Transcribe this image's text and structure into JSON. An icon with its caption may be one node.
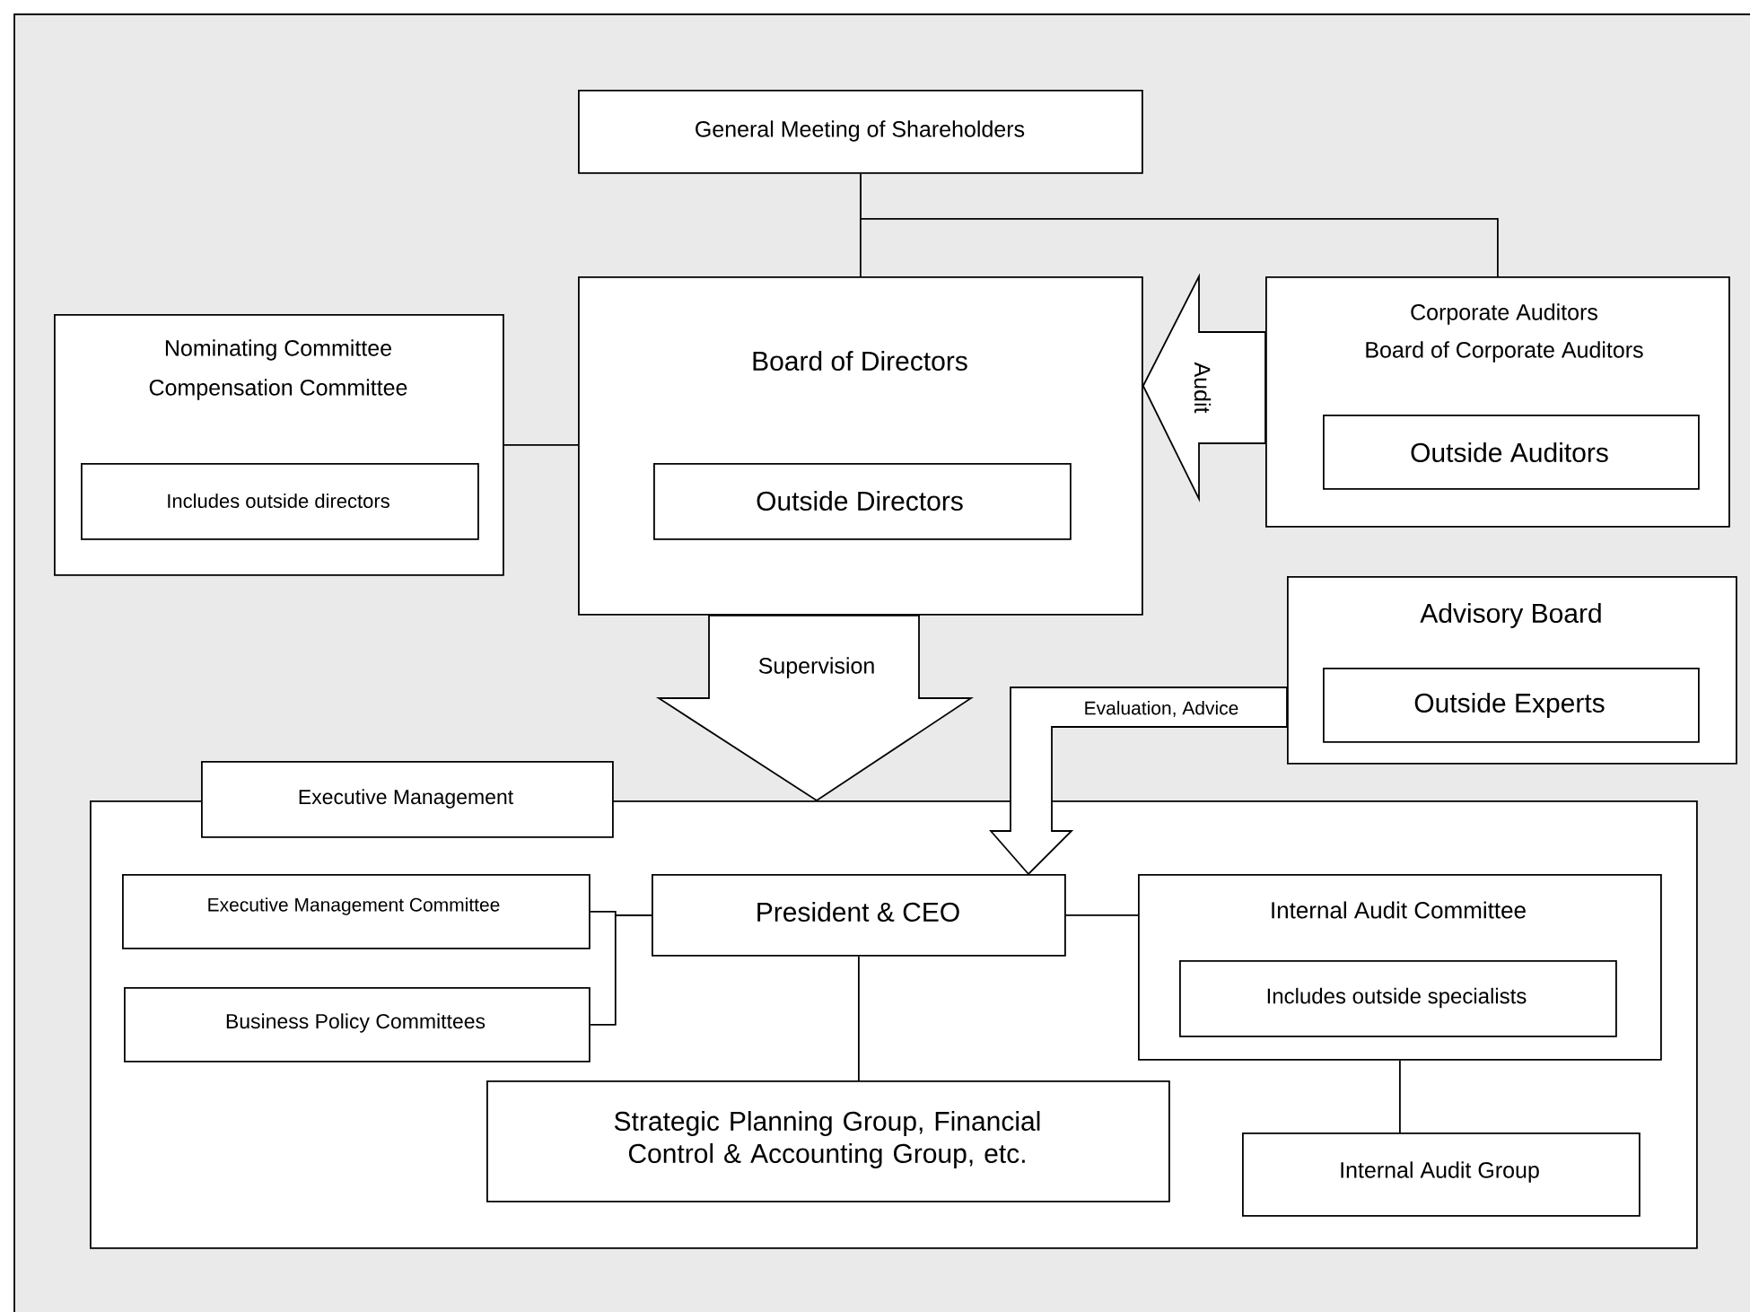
{
  "diagram": {
    "nodes": [
      {
        "text": [
          "General Meeting of Shareholders"
        ]
      },
      {
        "text": [
          "Nominating Committee",
          "Compensation Committee"
        ]
      },
      {
        "text": [
          "Includes outside directors"
        ],
        "in": 1
      },
      {
        "text": [
          "Board of Directors"
        ]
      },
      {
        "text": [
          "Outside Directors"
        ],
        "in": 3
      },
      {
        "text": [
          "Corporate Auditors",
          "Board of Corporate Auditors"
        ]
      },
      {
        "text": [
          "Outside Auditors"
        ],
        "in": 5
      },
      {
        "text": [
          "Advisory Board"
        ]
      },
      {
        "text": [
          "Outside Experts"
        ],
        "in": 7
      },
      {
        "text": [],
        "shape": "box"
      },
      {
        "text": [
          "Executive Management"
        ]
      },
      {
        "text": [
          "Executive Management Committee"
        ],
        "in": 9
      },
      {
        "text": [
          "Business Policy Committees"
        ],
        "in": 9
      },
      {
        "text": [
          "President & CEO"
        ],
        "in": 9
      },
      {
        "text": [
          "Internal Audit Committee"
        ],
        "in": 9
      },
      {
        "text": [
          "Includes outside specialists"
        ],
        "in": 14
      },
      {
        "text": [
          "Strategic Planning Group, Financial Control & Accounting Group, etc."
        ],
        "in": 9
      },
      {
        "text": [
          "Internal Audit Group"
        ],
        "in": 9
      }
    ],
    "edges": [
      {
        "from": 0,
        "to": 3,
        "arrow": "none"
      },
      {
        "from": 0,
        "to": 5,
        "arrow": "none"
      },
      {
        "from": 1,
        "to": 3,
        "arrow": "none"
      },
      {
        "from": 5,
        "to": 3,
        "arrow": "to",
        "label": "Audit"
      },
      {
        "from": 3,
        "to": 9,
        "arrow": "to",
        "label": "Supervision"
      },
      {
        "from": 7,
        "to": 13,
        "arrow": "to",
        "label": "Evaluation, Advice"
      },
      {
        "from": 11,
        "to": 13,
        "arrow": "none"
      },
      {
        "from": 12,
        "to": 13,
        "arrow": "none"
      },
      {
        "from": 13,
        "to": 14,
        "arrow": "none"
      },
      {
        "from": 13,
        "to": 16,
        "arrow": "none"
      },
      {
        "from": 14,
        "to": 17,
        "arrow": "none"
      }
    ]
  }
}
